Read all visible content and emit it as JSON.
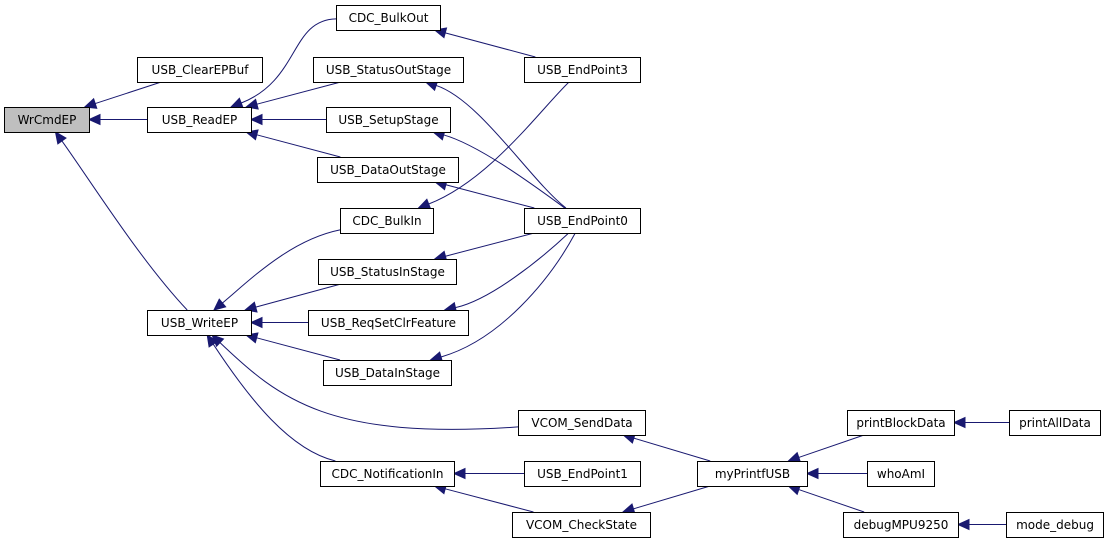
{
  "graph": {
    "title": "",
    "nodes": [
      {
        "id": "wrcmdep",
        "label": "WrCmdEP",
        "highlight": true
      },
      {
        "id": "usb_clearepbuf",
        "label": "USB_ClearEPBuf"
      },
      {
        "id": "usb_readep",
        "label": "USB_ReadEP"
      },
      {
        "id": "usb_writeep",
        "label": "USB_WriteEP"
      },
      {
        "id": "cdc_bulkout",
        "label": "CDC_BulkOut"
      },
      {
        "id": "usb_statusoutstage",
        "label": "USB_StatusOutStage"
      },
      {
        "id": "usb_setupstage",
        "label": "USB_SetupStage"
      },
      {
        "id": "usb_dataoutstage",
        "label": "USB_DataOutStage"
      },
      {
        "id": "cdc_bulkin",
        "label": "CDC_BulkIn"
      },
      {
        "id": "usb_statusinstage",
        "label": "USB_StatusInStage"
      },
      {
        "id": "usb_reqsetclrfeature",
        "label": "USB_ReqSetClrFeature"
      },
      {
        "id": "usb_datainstage",
        "label": "USB_DataInStage"
      },
      {
        "id": "vcom_senddata",
        "label": "VCOM_SendData"
      },
      {
        "id": "cdc_notificationin",
        "label": "CDC_NotificationIn"
      },
      {
        "id": "vcom_checkstate",
        "label": "VCOM_CheckState"
      },
      {
        "id": "usb_endpoint3",
        "label": "USB_EndPoint3"
      },
      {
        "id": "usb_endpoint0",
        "label": "USB_EndPoint0"
      },
      {
        "id": "usb_endpoint1",
        "label": "USB_EndPoint1"
      },
      {
        "id": "myprintfusb",
        "label": "myPrintfUSB"
      },
      {
        "id": "printblockdata",
        "label": "printBlockData"
      },
      {
        "id": "whoami",
        "label": "whoAmI"
      },
      {
        "id": "debugmpu9250",
        "label": "debugMPU9250"
      },
      {
        "id": "printalldata",
        "label": "printAllData"
      },
      {
        "id": "mode_debug",
        "label": "mode_debug"
      }
    ],
    "edges": [
      {
        "from": "usb_clearepbuf",
        "to": "wrcmdep"
      },
      {
        "from": "usb_readep",
        "to": "wrcmdep"
      },
      {
        "from": "usb_writeep",
        "to": "wrcmdep"
      },
      {
        "from": "cdc_bulkout",
        "to": "usb_readep"
      },
      {
        "from": "usb_statusoutstage",
        "to": "usb_readep"
      },
      {
        "from": "usb_setupstage",
        "to": "usb_readep"
      },
      {
        "from": "usb_dataoutstage",
        "to": "usb_readep"
      },
      {
        "from": "cdc_bulkin",
        "to": "usb_writeep"
      },
      {
        "from": "usb_statusinstage",
        "to": "usb_writeep"
      },
      {
        "from": "usb_reqsetclrfeature",
        "to": "usb_writeep"
      },
      {
        "from": "usb_datainstage",
        "to": "usb_writeep"
      },
      {
        "from": "vcom_senddata",
        "to": "usb_writeep"
      },
      {
        "from": "cdc_notificationin",
        "to": "usb_writeep"
      },
      {
        "from": "usb_endpoint3",
        "to": "cdc_bulkout"
      },
      {
        "from": "usb_endpoint0",
        "to": "usb_statusoutstage"
      },
      {
        "from": "usb_endpoint0",
        "to": "usb_setupstage"
      },
      {
        "from": "usb_endpoint0",
        "to": "usb_dataoutstage"
      },
      {
        "from": "usb_endpoint3",
        "to": "cdc_bulkin"
      },
      {
        "from": "usb_endpoint0",
        "to": "usb_statusinstage"
      },
      {
        "from": "usb_endpoint0",
        "to": "usb_reqsetclrfeature"
      },
      {
        "from": "usb_endpoint0",
        "to": "usb_datainstage"
      },
      {
        "from": "myprintfusb",
        "to": "vcom_senddata"
      },
      {
        "from": "usb_endpoint1",
        "to": "cdc_notificationin"
      },
      {
        "from": "vcom_checkstate",
        "to": "cdc_notificationin"
      },
      {
        "from": "myprintfusb",
        "to": "vcom_checkstate"
      },
      {
        "from": "printblockdata",
        "to": "myprintfusb"
      },
      {
        "from": "whoami",
        "to": "myprintfusb"
      },
      {
        "from": "debugmpu9250",
        "to": "myprintfusb"
      },
      {
        "from": "printalldata",
        "to": "printblockdata"
      },
      {
        "from": "mode_debug",
        "to": "debugmpu9250"
      }
    ]
  },
  "colors": {
    "node_fill": "#ffffff",
    "node_highlight_fill": "#bfbfbf",
    "node_border": "#000000",
    "edge": "#191970",
    "text": "#000000"
  }
}
